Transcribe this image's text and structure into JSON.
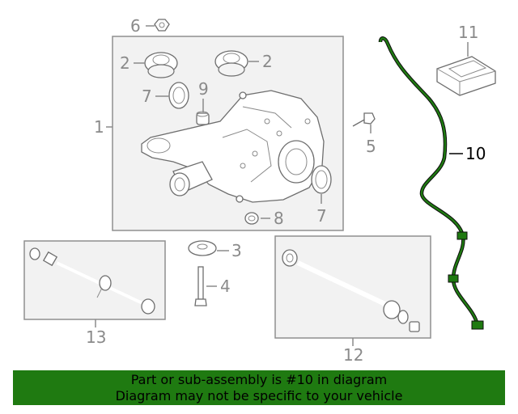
{
  "callouts": {
    "c1": "1",
    "c2a": "2",
    "c2b": "2",
    "c3": "3",
    "c4": "4",
    "c5": "5",
    "c6": "6",
    "c7a": "7",
    "c7b": "7",
    "c8": "8",
    "c9": "9",
    "c10": "10",
    "c11": "11",
    "c12": "12",
    "c13": "13"
  },
  "highlight_color": "#1f7a11",
  "banner": {
    "line1": "Part or sub-assembly is #10 in diagram",
    "line2": "Diagram may not be specific to your vehicle"
  }
}
